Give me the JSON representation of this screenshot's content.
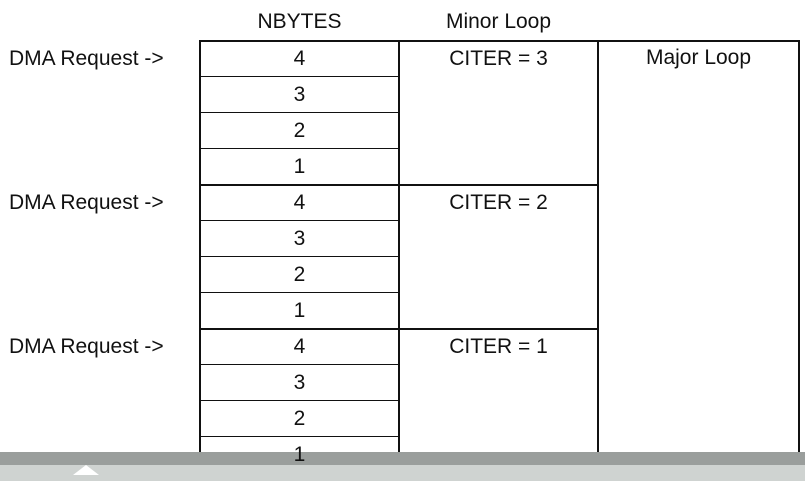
{
  "headers": {
    "nbytes": "NBYTES",
    "minor_loop": "Minor Loop"
  },
  "request_label": "DMA Request ->",
  "minor_loops": [
    {
      "citer": "CITER = 3",
      "bytes": [
        "4",
        "3",
        "2",
        "1"
      ]
    },
    {
      "citer": "CITER = 2",
      "bytes": [
        "4",
        "3",
        "2",
        "1"
      ]
    },
    {
      "citer": "CITER = 1",
      "bytes": [
        "4",
        "3",
        "2",
        "1"
      ]
    }
  ],
  "major_loop": "Major Loop",
  "colors": {
    "line": "#111111",
    "footer_band": "#9a9e9c",
    "footer_bottom": "#cfd3d1"
  }
}
